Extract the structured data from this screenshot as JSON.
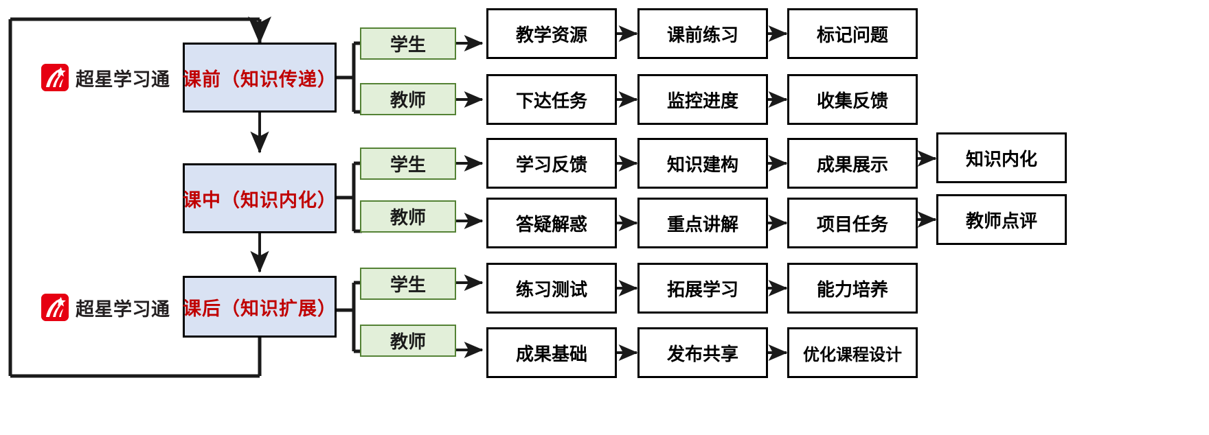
{
  "brand": {
    "name": "超星学习通",
    "mark_color": "#e60012",
    "occurrences": 2
  },
  "colors": {
    "phase_fill": "#d9e2f3",
    "phase_border": "#000000",
    "phase_text": "#c00000",
    "role_fill": "#e2efd9",
    "role_border": "#548235",
    "role_text": "#1a1a1a",
    "step_fill": "#ffffff",
    "step_border": "#000000",
    "step_text": "#000000",
    "arrow": "#1a1a1a",
    "background": "#ffffff"
  },
  "phases": [
    {
      "id": "pre",
      "label": "课前（知识传递）"
    },
    {
      "id": "mid",
      "label": "课中（知识内化）"
    },
    {
      "id": "post",
      "label": "课后（知识扩展）"
    }
  ],
  "roles": {
    "student": "学生",
    "teacher": "教师"
  },
  "rows": [
    {
      "phase": "课前（知识传递）",
      "role": "学生",
      "steps": [
        "教学资源",
        "课前练习",
        "标记问题"
      ]
    },
    {
      "phase": "课前（知识传递）",
      "role": "教师",
      "steps": [
        "下达任务",
        "监控进度",
        "收集反馈"
      ]
    },
    {
      "phase": "课中（知识内化）",
      "role": "学生",
      "steps": [
        "学习反馈",
        "知识建构",
        "成果展示",
        "知识内化"
      ]
    },
    {
      "phase": "课中（知识内化）",
      "role": "教师",
      "steps": [
        "答疑解惑",
        "重点讲解",
        "项目任务",
        "教师点评"
      ]
    },
    {
      "phase": "课后（知识扩展）",
      "role": "学生",
      "steps": [
        "练习测试",
        "拓展学习",
        "能力培养"
      ]
    },
    {
      "phase": "课后（知识扩展）",
      "role": "教师",
      "steps": [
        "成果基础",
        "发布共享",
        "优化课程设计"
      ]
    }
  ],
  "steps_flat": {
    "r1c1": "教学资源",
    "r1c2": "课前练习",
    "r1c3": "标记问题",
    "r2c1": "下达任务",
    "r2c2": "监控进度",
    "r2c3": "收集反馈",
    "r3c1": "学习反馈",
    "r3c2": "知识建构",
    "r3c3": "成果展示",
    "r3c4": "知识内化",
    "r4c1": "答疑解惑",
    "r4c2": "重点讲解",
    "r4c3": "项目任务",
    "r4c4": "教师点评",
    "r5c1": "练习测试",
    "r5c2": "拓展学习",
    "r5c3": "能力培养",
    "r6c1": "成果基础",
    "r6c2": "发布共享",
    "r6c3": "优化课程设计"
  },
  "role_labels": {
    "pre_student": "学生",
    "pre_teacher": "教师",
    "mid_student": "学生",
    "mid_teacher": "教师",
    "post_student": "学生",
    "post_teacher": "教师"
  },
  "flow": {
    "description": "闭环流程：课前 → 课中 → 课后 → 回到课前",
    "loop": true
  }
}
